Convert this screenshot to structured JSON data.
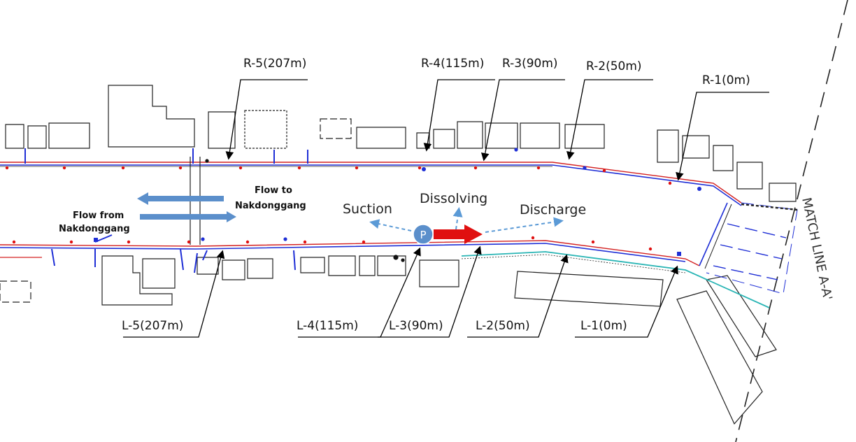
{
  "right_stations": [
    {
      "id": "r5",
      "label": "R-5(207m)"
    },
    {
      "id": "r4",
      "label": "R-4(115m)"
    },
    {
      "id": "r3",
      "label": "R-3(90m)"
    },
    {
      "id": "r2",
      "label": "R-2(50m)"
    },
    {
      "id": "r1",
      "label": "R-1(0m)"
    }
  ],
  "left_stations": [
    {
      "id": "l5",
      "label": "L-5(207m)"
    },
    {
      "id": "l4",
      "label": "L-4(115m)"
    },
    {
      "id": "l3",
      "label": "L-3(90m)"
    },
    {
      "id": "l2",
      "label": "L-2(50m)"
    },
    {
      "id": "l1",
      "label": "L-1(0m)"
    }
  ],
  "process": {
    "suction": "Suction",
    "dissolving": "Dissolving",
    "discharge": "Discharge",
    "pump_symbol": "P"
  },
  "flows": {
    "to_line1": "Flow to",
    "to_line2": "Nakdonggang",
    "from_line1": "Flow from",
    "from_line2": "Nakdonggang"
  },
  "match_line": "MATCH LINE A-A'",
  "colors": {
    "road_line": "#d32020",
    "pipe": "#1f2fd6",
    "flow_arrow": "#5b8fcb",
    "dashed_arrow": "#5b9ad6",
    "discharge_arrow": "#e01010",
    "pump_fill": "#5b8fcb",
    "teal_line": "#2ab5b5"
  }
}
